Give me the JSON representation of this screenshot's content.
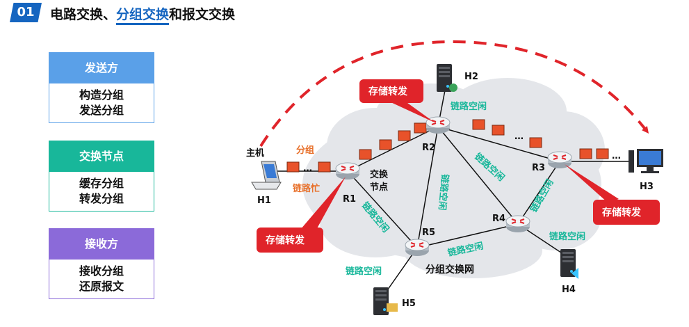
{
  "header": {
    "number": "01",
    "title_part1": "电路交换、",
    "title_highlight": "分组交换",
    "title_part2": "和报文交换"
  },
  "sender": {
    "title": "发送方",
    "lines": [
      "构造分组",
      "发送分组"
    ]
  },
  "switch_node": {
    "title": "交换节点",
    "lines": [
      "缓存分组",
      "转发分组"
    ]
  },
  "receiver": {
    "title": "接收方",
    "lines": [
      "接收分组",
      "还原报文"
    ]
  },
  "diagram": {
    "host_label": "主机",
    "packet_label": "分组",
    "ellipsis": "…",
    "link_busy": "链路忙",
    "link_idle": "链路空闲",
    "switch_node_label_1": "交换",
    "switch_node_label_2": "节点",
    "network_label": "分组交换网",
    "store_forward": "存储转发",
    "hosts": [
      "H1",
      "H2",
      "H3",
      "H4",
      "H5"
    ],
    "routers": [
      "R1",
      "R2",
      "R3",
      "R4",
      "R5"
    ]
  },
  "colors": {
    "blue": "#5aa0e8",
    "teal": "#18b79a",
    "purple": "#8b6ad9",
    "red": "#e0242a",
    "orange_packet": "#e8522a"
  }
}
